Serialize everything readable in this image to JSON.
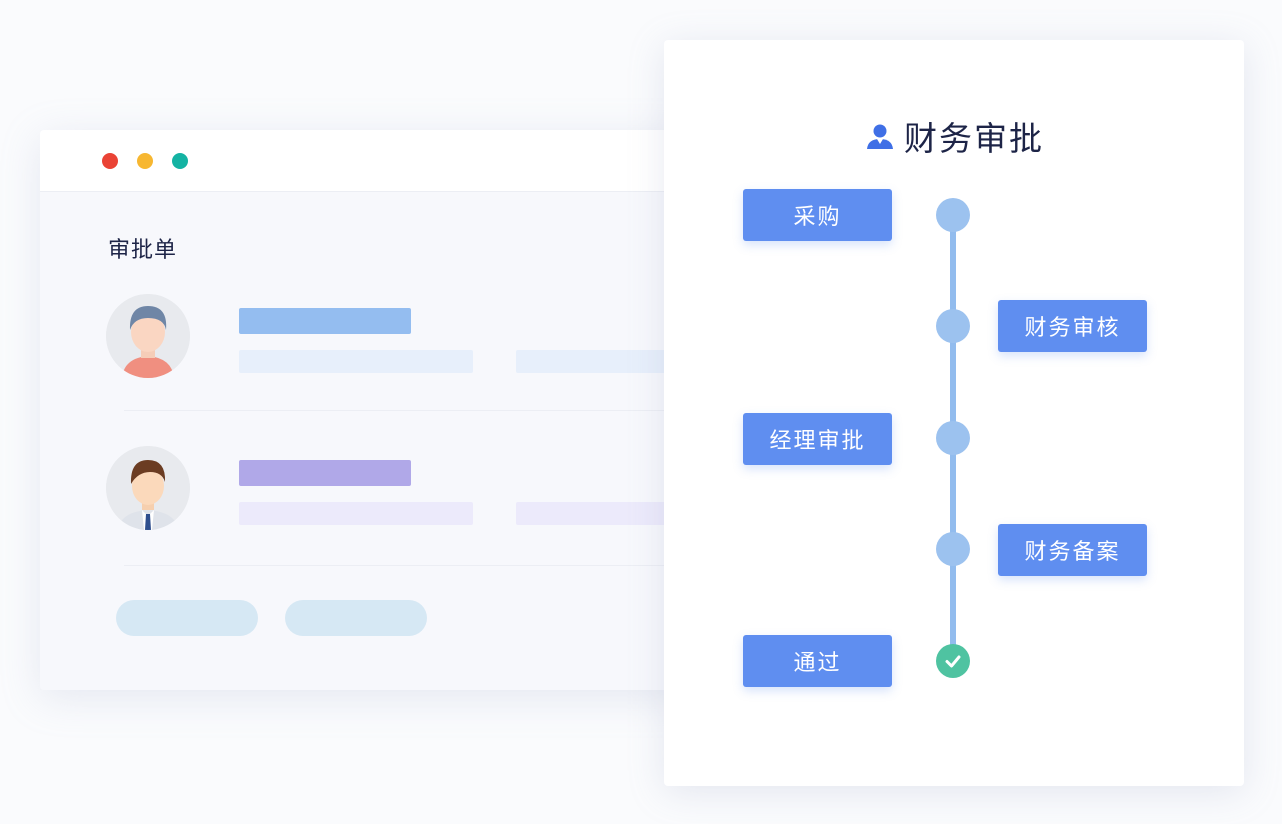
{
  "window": {
    "controls": [
      {
        "name": "close",
        "color": "#ea4335"
      },
      {
        "name": "minimize",
        "color": "#f7b731"
      },
      {
        "name": "maximize",
        "color": "#14b3a3"
      }
    ],
    "section_title": "审批单",
    "rows": [
      {
        "avatar": "avatar-gray-hair-icon",
        "title_bar_color": "#94bdf0",
        "sub_bar_color": "#e7effb"
      },
      {
        "avatar": "avatar-man-suit-icon",
        "title_bar_color": "#b0a8e8",
        "sub_bar_color": "#eceafb"
      }
    ],
    "pill_color": "#d6e8f4"
  },
  "flow": {
    "title": "财务审批",
    "title_icon": "user-icon",
    "steps": [
      {
        "label": "采购",
        "side": "left",
        "state": "pending"
      },
      {
        "label": "财务审核",
        "side": "right",
        "state": "pending"
      },
      {
        "label": "经理审批",
        "side": "left",
        "state": "pending"
      },
      {
        "label": "财务备案",
        "side": "right",
        "state": "pending"
      },
      {
        "label": "通过",
        "side": "left",
        "state": "done"
      }
    ],
    "colors": {
      "step": "#5f8ef0",
      "node": "#9cc2ef",
      "line": "#92bcee",
      "done": "#4fc3a1"
    }
  }
}
